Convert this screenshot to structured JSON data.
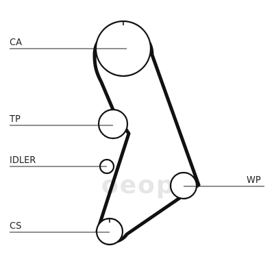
{
  "labels": {
    "ca": "CA",
    "tp": "TP",
    "idler": "IDLER",
    "cs": "CS",
    "wp": "WP"
  },
  "watermark": "oeop",
  "colors": {
    "line": "#111111",
    "text": "#222222",
    "watermark": "#e6e6e6"
  }
}
